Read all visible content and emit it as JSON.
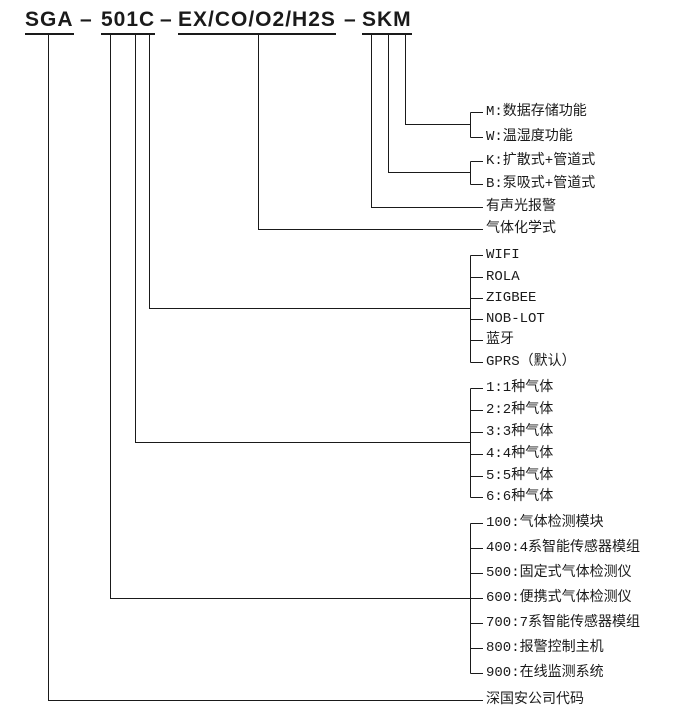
{
  "model_code": {
    "segments": [
      "SGA",
      "501C",
      "EX/CO/O2/H2S",
      "SKM"
    ],
    "separator": "–"
  },
  "groups": {
    "function_options": {
      "items": [
        "M:数据存储功能",
        "W:温湿度功能"
      ]
    },
    "sampling_options": {
      "items": [
        "K:扩散式+管道式",
        "B:泵吸式+管道式"
      ]
    },
    "alarm": {
      "label": "有声光报警"
    },
    "gas_formula": {
      "label": "气体化学式"
    },
    "communication_options": {
      "items": [
        "WIFI",
        "ROLA",
        "ZIGBEE",
        "NOB-LOT",
        "蓝牙",
        "GPRS（默认）"
      ]
    },
    "gas_count_options": {
      "items": [
        "1:1种气体",
        "2:2种气体",
        "3:3种气体",
        "4:4种气体",
        "5:5种气体",
        "6:6种气体"
      ]
    },
    "series_options": {
      "items": [
        "100:气体检测模块",
        "400:4系智能传感器模组",
        "500:固定式气体检测仪",
        "600:便携式气体检测仪",
        "700:7系智能传感器模组",
        "800:报警控制主机",
        "900:在线监测系统"
      ]
    },
    "company": {
      "label": "深国安公司代码"
    }
  },
  "line_color": "#1a1a1a"
}
